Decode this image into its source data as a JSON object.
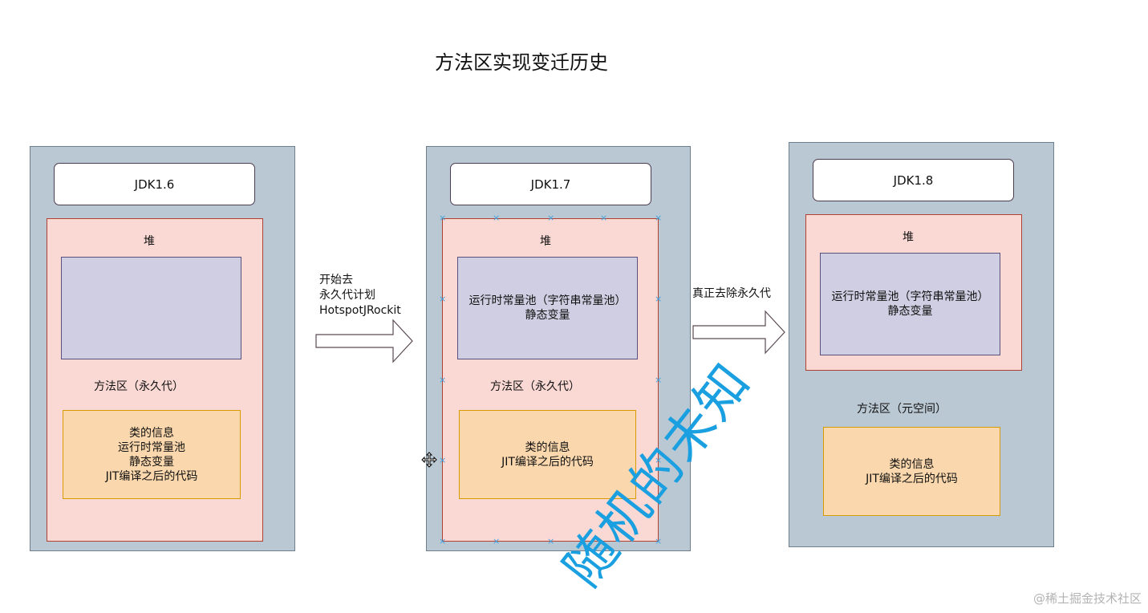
{
  "title": "方法区实现变迁历史",
  "colors": {
    "panel_fill": "#bac8d3",
    "heap_fill": "#fad9d5",
    "inner_fill": "#d0cee2",
    "method_fill": "#fad7ac",
    "watermark": "#1a9fe0",
    "selection_handles": "#3ea1e0"
  },
  "panels": [
    {
      "jdk": "JDK1.6",
      "heap_label": "堆",
      "heap_inner": {
        "line1": "",
        "line2": ""
      },
      "method_area_label": "方法区（永久代）",
      "method_box": [
        "类的信息",
        "运行时常量池",
        "静态变量",
        "JIT编译之后的代码"
      ]
    },
    {
      "jdk": "JDK1.7",
      "heap_label": "堆",
      "heap_inner": {
        "line1": "运行时常量池（字符串常量池）",
        "line2": "静态变量"
      },
      "method_area_label": "方法区（永久代）",
      "method_box": [
        "类的信息",
        "JIT编译之后的代码"
      ]
    },
    {
      "jdk": "JDK1.8",
      "heap_label": "堆",
      "heap_inner": {
        "line1": "运行时常量池（字符串常量池）",
        "line2": "静态变量"
      },
      "method_area_label": "方法区（元空间）",
      "method_box": [
        "类的信息",
        "JIT编译之后的代码"
      ]
    }
  ],
  "arrows": [
    {
      "lines": [
        "开始去",
        "永久代计划",
        "HotspotJRockit"
      ],
      "icon": "right-arrow-icon"
    },
    {
      "lines": [
        "真正去除永久代"
      ],
      "icon": "right-arrow-icon"
    }
  ],
  "cursor_icon": "move-cursor-icon",
  "watermark": "随机的未知",
  "footer": "@稀土掘金技术社区"
}
